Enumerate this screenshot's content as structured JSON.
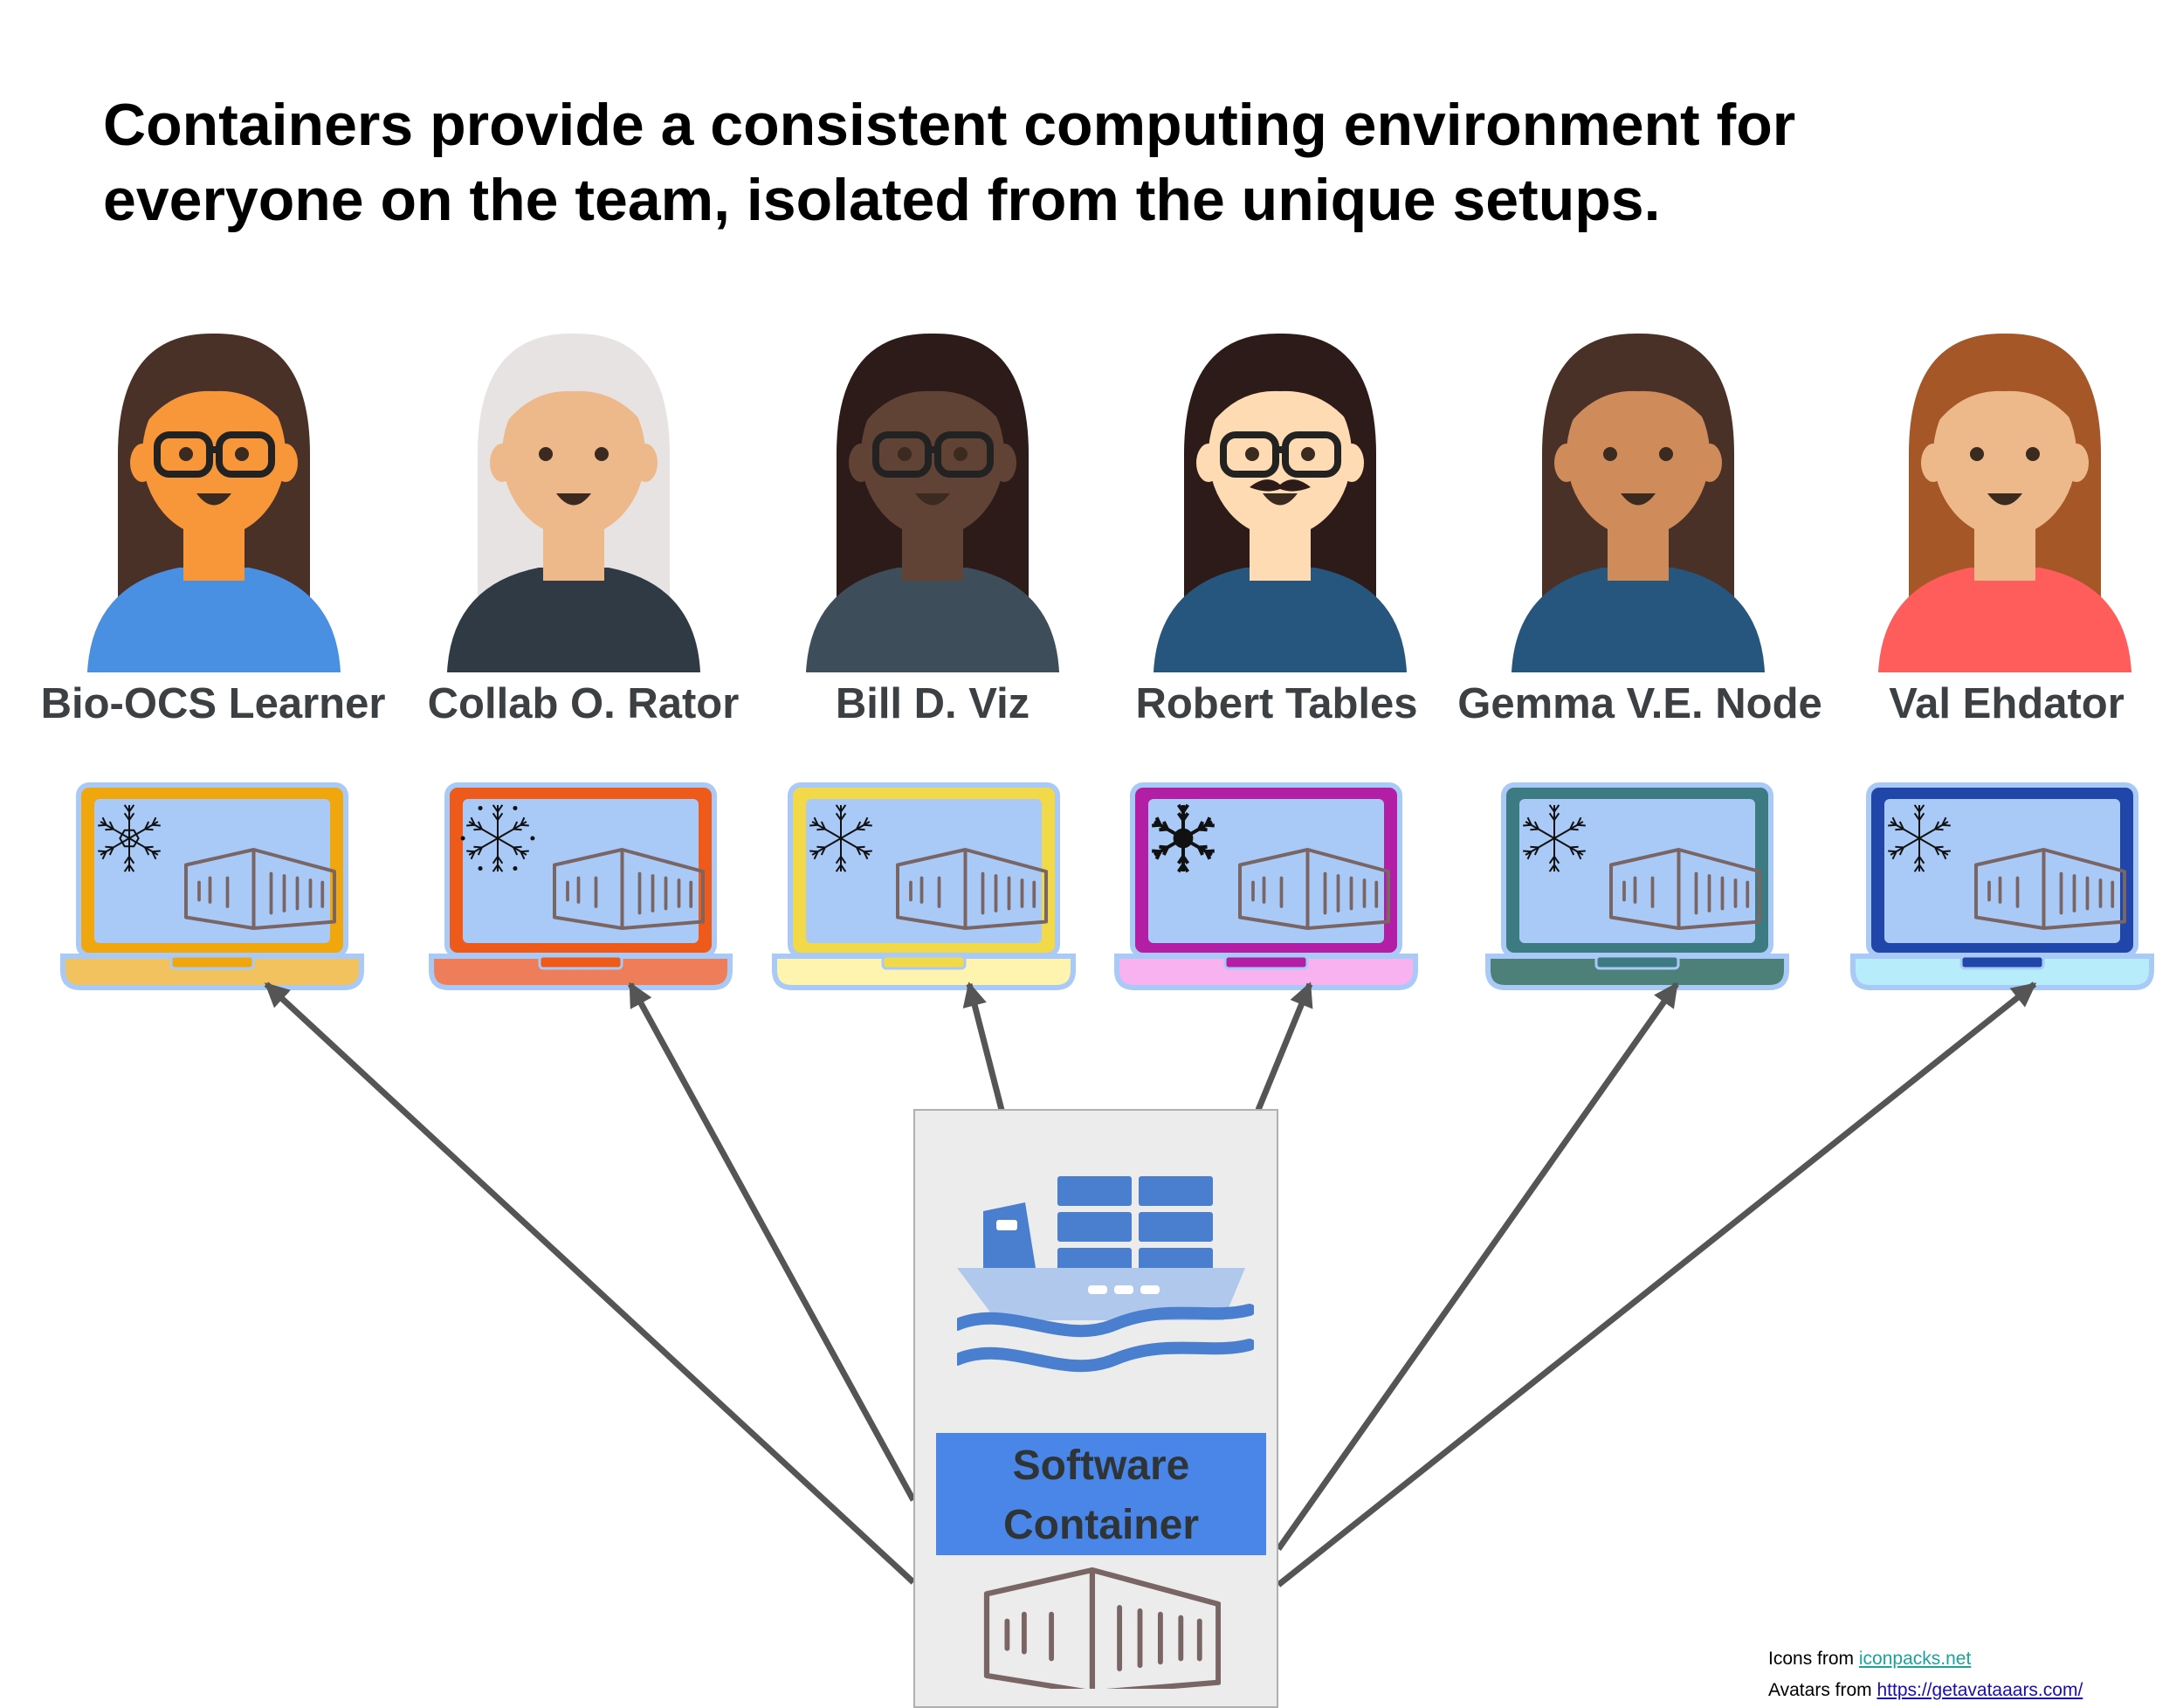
{
  "title": {
    "line1": "Containers provide a consistent computing environment for",
    "line2": "everyone on the team, isolated from the unique setups."
  },
  "people": [
    {
      "name": "Bio-OCS Learner",
      "skin": "#f7973a",
      "hair": "#4a3128",
      "shirt": "#4a90e2",
      "laptop_frame": "#f0a70e",
      "laptop_base": "#f2c25e",
      "snowflake": "snowflake-outline-icon"
    },
    {
      "name": "Collab O. Rator",
      "skin": "#edb98a",
      "hair": "#e8e3e3",
      "shirt": "#2f3a44",
      "laptop_frame": "#ee5a19",
      "laptop_base": "#ee7e5a",
      "snowflake": "snowflake-dotted-icon"
    },
    {
      "name": "Bill D. Viz",
      "skin": "#614335",
      "hair": "#2c1b18",
      "shirt": "#3d4d5a",
      "laptop_frame": "#f2d94a",
      "laptop_base": "#fff3b0",
      "snowflake": "snowflake-thin-icon"
    },
    {
      "name": "Robert Tables",
      "skin": "#ffdbb4",
      "hair": "#2c1b18",
      "shirt": "#26557e",
      "laptop_frame": "#b21fa4",
      "laptop_base": "#f7b2ef",
      "snowflake": "snowflake-bold-icon"
    },
    {
      "name": "Gemma V.E. Node",
      "skin": "#d08b5b",
      "hair": "#4a3128",
      "shirt": "#26557e",
      "laptop_frame": "#3c7b82",
      "laptop_base": "#4c8078",
      "snowflake": "snowflake-ornate-icon"
    },
    {
      "name": "Val Ehdator",
      "skin": "#edb98a",
      "hair": "#a55728",
      "shirt": "#ff5c5c",
      "laptop_frame": "#1f46a8",
      "laptop_base": "#b7ecfb",
      "snowflake": "snowflake-classic-icon"
    }
  ],
  "container": {
    "label_line1": "Software",
    "label_line2": "Container"
  },
  "credits": {
    "icons_prefix": "Icons from ",
    "icons_link": "iconpacks.net",
    "avatars_prefix": "Avatars from ",
    "avatars_link": "https://getavataaars.com/"
  },
  "colors": {
    "arrow": "#555555",
    "screen": "#a9c9f7",
    "laptop_outline": "#a9c9f7",
    "container_label_bg": "#4a86e8",
    "container_icon": "#7a6565"
  }
}
